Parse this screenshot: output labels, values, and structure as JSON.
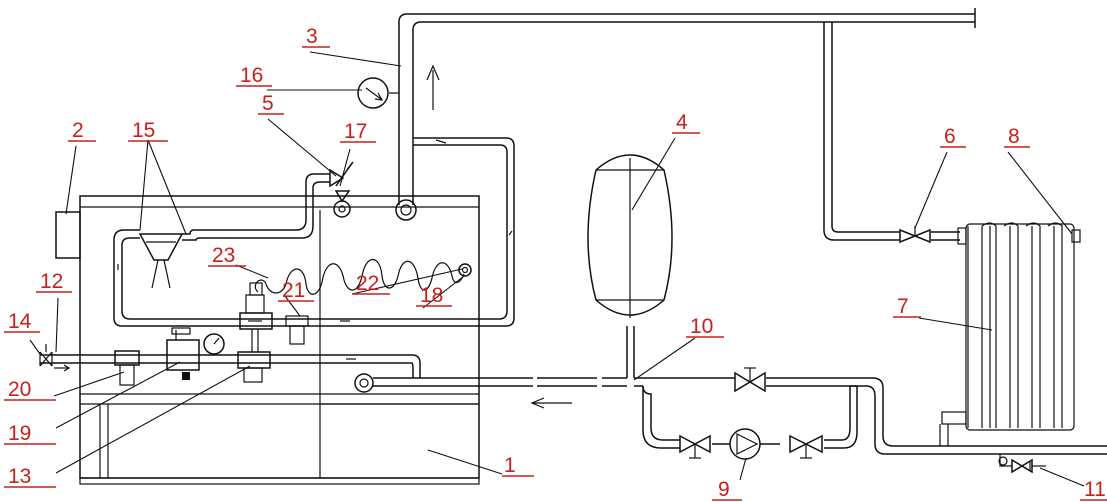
{
  "diagram": {
    "labels": {
      "l1": "1",
      "l2": "2",
      "l3": "3",
      "l4": "4",
      "l5": "5",
      "l6": "6",
      "l7": "7",
      "l8": "8",
      "l9": "9",
      "l10": "10",
      "l11": "11",
      "l12": "12",
      "l13": "13",
      "l14": "14",
      "l15": "15",
      "l16": "16",
      "l17": "17",
      "l18": "18",
      "l19": "19",
      "l20": "20",
      "l21": "21",
      "l22": "22",
      "l23": "23"
    },
    "colors": {
      "label": "#c8201c",
      "line": "#111111",
      "background": "#ffffff"
    }
  }
}
